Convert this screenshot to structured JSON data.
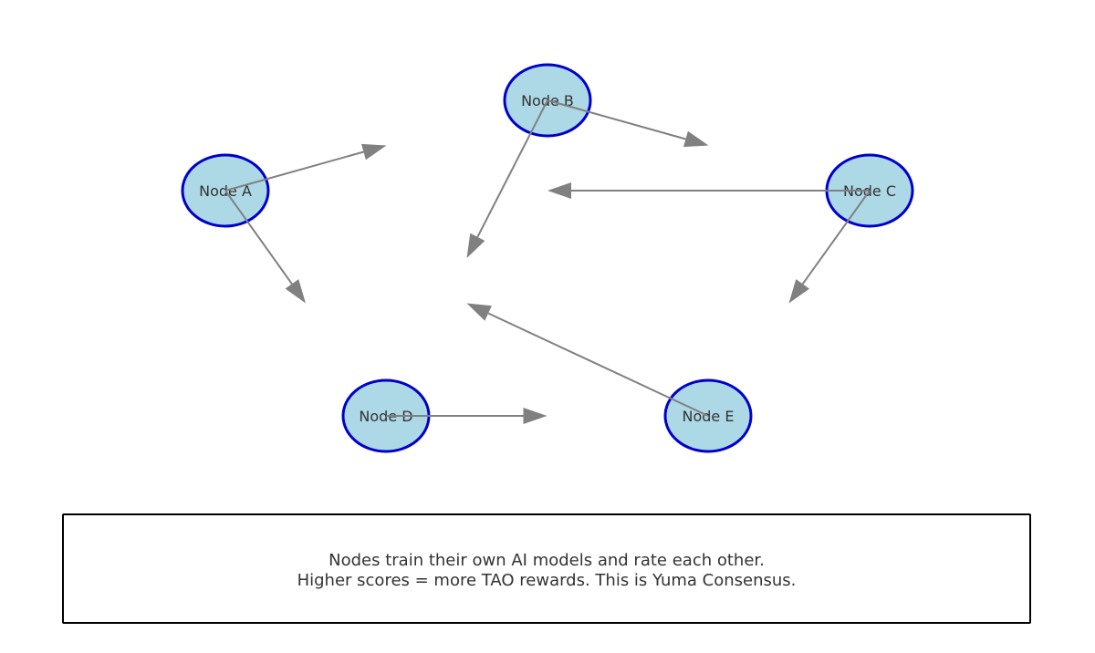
{
  "diagram": {
    "nodes": [
      {
        "id": "A",
        "label": "Node A"
      },
      {
        "id": "B",
        "label": "Node B"
      },
      {
        "id": "C",
        "label": "Node C"
      },
      {
        "id": "D",
        "label": "Node D"
      },
      {
        "id": "E",
        "label": "Node E"
      }
    ],
    "edges": [
      {
        "from": "A",
        "to": "B"
      },
      {
        "from": "A",
        "to": "D"
      },
      {
        "from": "B",
        "to": "C"
      },
      {
        "from": "B",
        "to": "D"
      },
      {
        "from": "C",
        "to": "A"
      },
      {
        "from": "C",
        "to": "E"
      },
      {
        "from": "D",
        "to": "E"
      },
      {
        "from": "E",
        "to": "A"
      }
    ],
    "colors": {
      "node_fill": "#add8e6",
      "node_stroke": "#0000cd",
      "edge": "#808080",
      "label": "#333333"
    }
  },
  "caption": {
    "line1": "Nodes train their own AI models and rate each other.",
    "line2": "Higher scores = more TAO rewards. This is Yuma Consensus."
  }
}
